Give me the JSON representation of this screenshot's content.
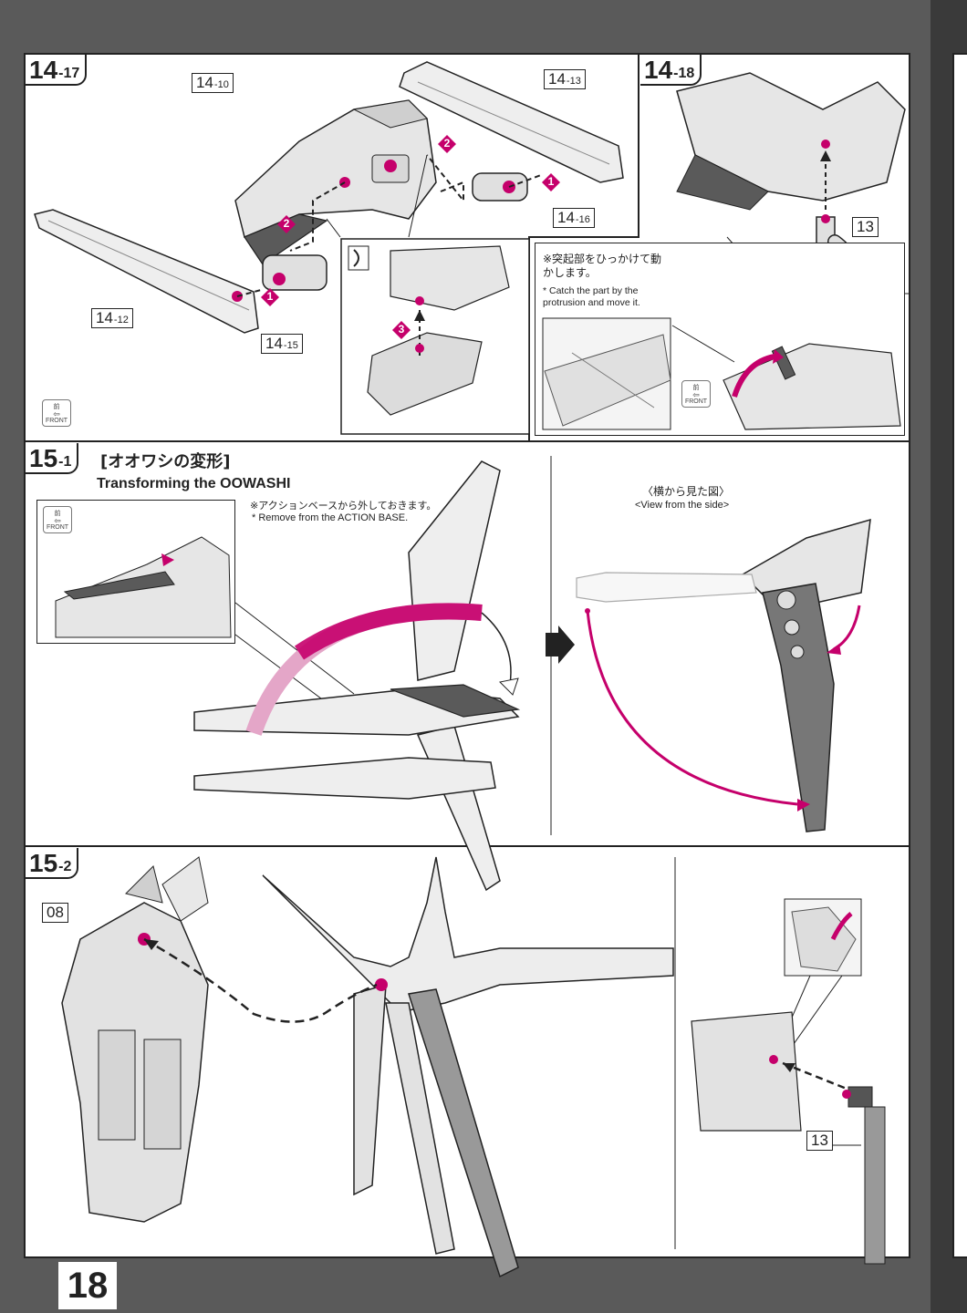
{
  "page": {
    "number": "18"
  },
  "colors": {
    "accent": "#c5006b",
    "line": "#222222",
    "background": "#5a5a5a"
  },
  "step_14_17": {
    "major": "14",
    "minor": "-17",
    "parts": {
      "p1410": {
        "major": "14",
        "minor": "-10"
      },
      "p1413": {
        "major": "14",
        "minor": "-13"
      },
      "p1416": {
        "major": "14",
        "minor": "-16"
      },
      "p1412": {
        "major": "14",
        "minor": "-12"
      },
      "p1415": {
        "major": "14",
        "minor": "-15"
      }
    },
    "callouts": [
      "1",
      "2",
      "2",
      "1",
      "3"
    ],
    "front_label": {
      "jp": "前",
      "en": "FRONT"
    }
  },
  "step_14_18": {
    "major": "14",
    "minor": "-18",
    "part": "13",
    "note_jp": "※突起部をひっかけて動かします。",
    "note_en": "* Catch the part by the protrusion and move it.",
    "front_label": {
      "jp": "前",
      "en": "FRONT"
    }
  },
  "step_15_1": {
    "major": "15",
    "minor": "-1",
    "title_jp": "[オオワシの変形]",
    "title_en": "Transforming the OOWASHI",
    "note_jp": "※アクションベースから外しておきます。",
    "note_en": "* Remove from the ACTION BASE.",
    "side_view_jp": "〈横から見た図〉",
    "side_view_en": "<View from the side>",
    "front_label": {
      "jp": "前",
      "en": "FRONT"
    }
  },
  "step_15_2": {
    "major": "15",
    "minor": "-2",
    "parts": {
      "body": "08",
      "base": "13"
    }
  },
  "icons": [
    "arrow-right-icon",
    "curved-arrow-icon",
    "callout-number-icon",
    "front-direction-icon"
  ]
}
